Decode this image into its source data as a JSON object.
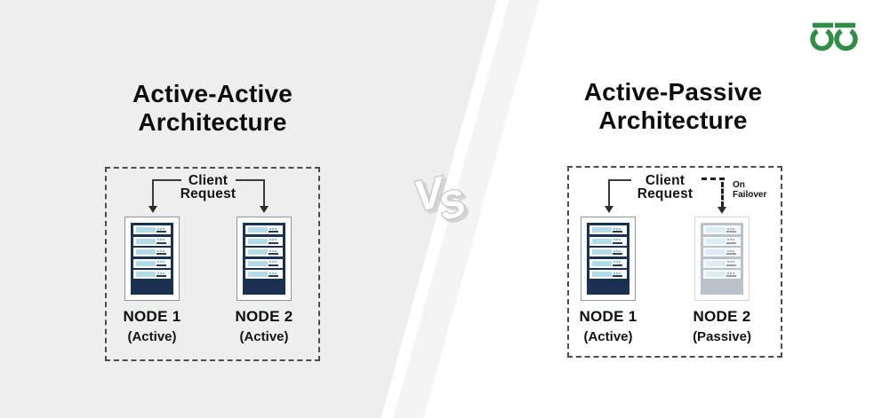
{
  "brand": {
    "name": "GeeksforGeeks",
    "logo": "geeksforgeeks-logo",
    "logo_color": "#2f8d46"
  },
  "versus": {
    "letter_v": "V",
    "letter_s": "S"
  },
  "left_panel": {
    "title_line1": "Active-Active",
    "title_line2": "Architecture",
    "request_label_line1": "Client",
    "request_label_line2": "Request",
    "nodes": [
      {
        "name": "NODE 1",
        "state": "(Active)",
        "mode": "active"
      },
      {
        "name": "NODE 2",
        "state": "(Active)",
        "mode": "active"
      }
    ]
  },
  "right_panel": {
    "title_line1": "Active-Passive",
    "title_line2": "Architecture",
    "request_label_line1": "Client",
    "request_label_line2": "Request",
    "failover_label_line1": "On",
    "failover_label_line2": "Failover",
    "nodes": [
      {
        "name": "NODE 1",
        "state": "(Active)",
        "mode": "active"
      },
      {
        "name": "NODE 2",
        "state": "(Passive)",
        "mode": "passive"
      }
    ]
  },
  "colors": {
    "background_left": "#efeeee",
    "server_navy": "#1b3154",
    "server_slot_blue": "#b3dce9",
    "passive_gray": "#b9c2cb",
    "dashed_border": "#4d4d4d",
    "brand_green": "#2f8d46"
  }
}
